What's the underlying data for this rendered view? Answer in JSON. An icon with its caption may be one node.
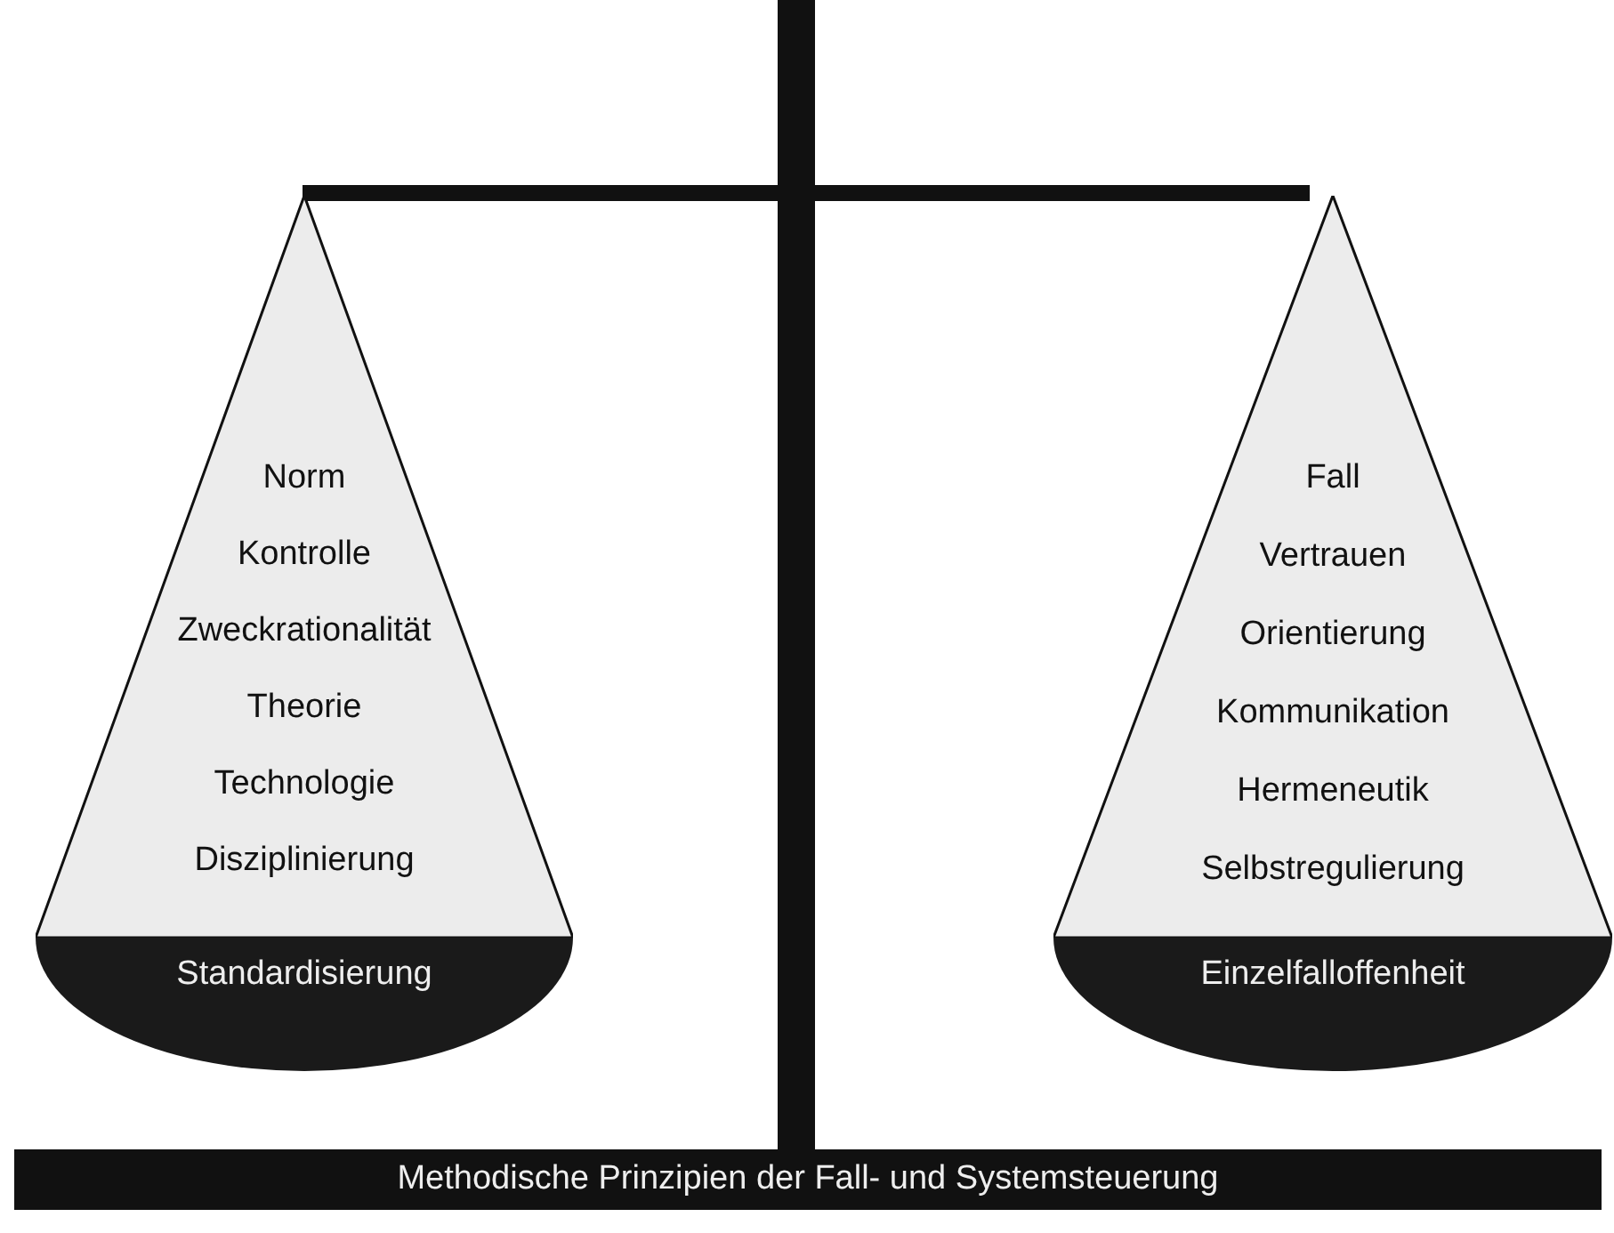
{
  "diagram": {
    "nodes": [
      {
        "text": [
          "Norm",
          "Kontrolle",
          "Zweckrationalität",
          "Theorie",
          "Technologie",
          "Disziplinierung"
        ]
      },
      {
        "text": [
          "Standardisierung"
        ]
      },
      {
        "text": [
          "Fall",
          "Vertrauen",
          "Orientierung",
          "Kommunikation",
          "Hermeneutik",
          "Selbstregulierung"
        ]
      },
      {
        "text": [
          "Einzelfalloffenheit"
        ]
      },
      {
        "text": [
          "Methodische Prinzipien der Fall- und Systemsteuerung"
        ]
      }
    ]
  }
}
